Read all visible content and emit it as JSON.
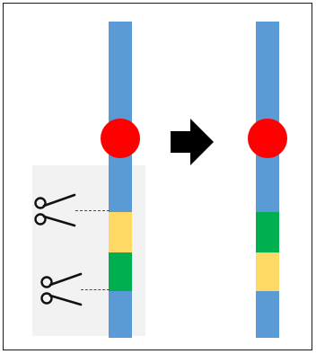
{
  "colors": {
    "chromosome_blue": "#5b9bd5",
    "centromere_red": "#ff0000",
    "segment_yellow": "#ffd966",
    "segment_green": "#00b050",
    "arrow_black": "#000000",
    "cut_line_gray": "#4a4a4a"
  },
  "left_chromosome": {
    "segments_top_to_bottom": [
      "blue",
      "centromere",
      "blue",
      "yellow",
      "green",
      "blue"
    ]
  },
  "right_chromosome": {
    "segments_top_to_bottom": [
      "blue",
      "centromere",
      "blue",
      "green",
      "yellow",
      "blue"
    ]
  },
  "icons": {
    "cut_tool": "scissors-icon",
    "process_arrow": "right-arrow-icon"
  }
}
